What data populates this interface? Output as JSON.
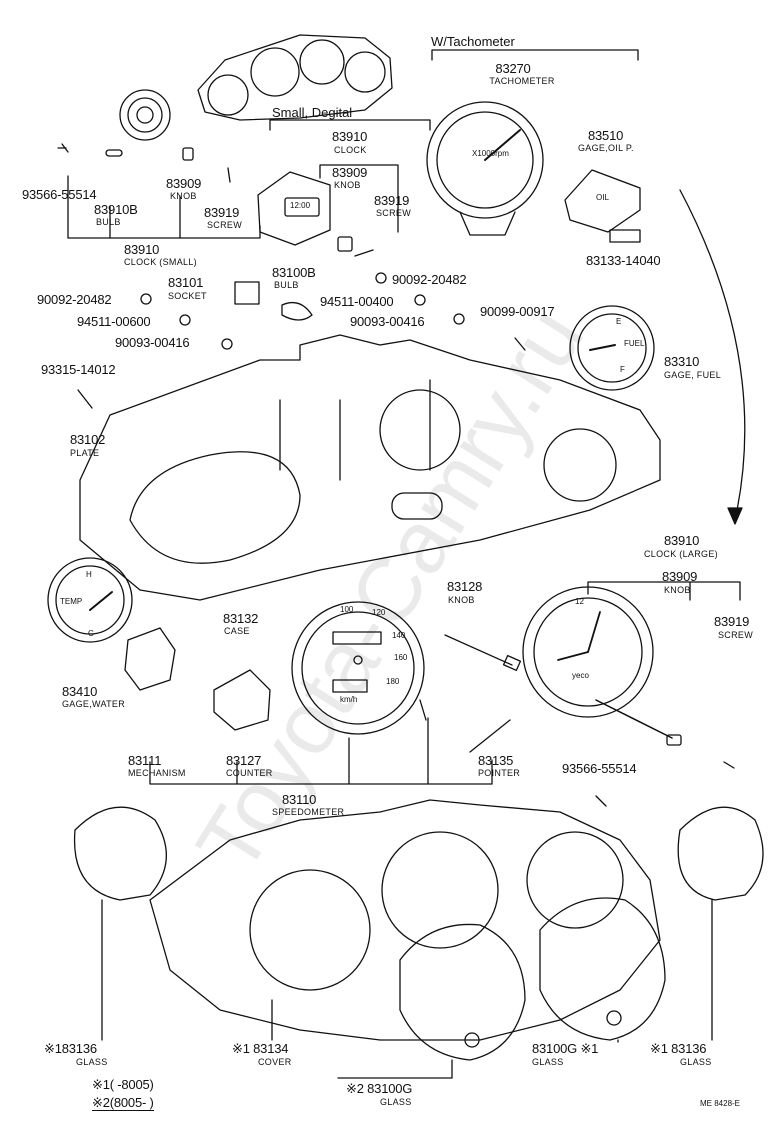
{
  "headers": {
    "small_digital": "Small, Degital",
    "w_tachometer": "W/Tachometer"
  },
  "parts": {
    "p83270": {
      "no": "83270",
      "name": "TACHOMETER"
    },
    "p83510": {
      "no": "83510",
      "name": "GAGE,OIL P."
    },
    "p83133": {
      "no": "83133-14040"
    },
    "p83910_digital": {
      "no": "83910",
      "name": "CLOCK"
    },
    "p83909_digital": {
      "no": "83909",
      "name": "KNOB"
    },
    "p83919_digital": {
      "no": "83919",
      "name": "SCREW"
    },
    "p93566_a": {
      "no": "93566-55514"
    },
    "p83910B": {
      "no": "83910B",
      "name": "BULB"
    },
    "p83909_small": {
      "no": "83909",
      "name": "KNOB"
    },
    "p83919_small": {
      "no": "83919",
      "name": "SCREW"
    },
    "p83910_small": {
      "no": "83910",
      "name": "CLOCK (SMALL)"
    },
    "p90092_r": {
      "no": "90092-20482"
    },
    "p83101": {
      "no": "83101",
      "name": "SOCKET"
    },
    "p83100B": {
      "no": "83100B",
      "name": "BULB"
    },
    "p90092_l": {
      "no": "90092-20482"
    },
    "p94511_r": {
      "no": "94511-00400"
    },
    "p94511_l": {
      "no": "94511-00600"
    },
    "p90093_r": {
      "no": "90093-00416"
    },
    "p90099": {
      "no": "90099-00917"
    },
    "p90093_l": {
      "no": "90093-00416"
    },
    "p93315": {
      "no": "93315-14012"
    },
    "p83310": {
      "no": "83310",
      "name": "GAGE, FUEL"
    },
    "p83102": {
      "no": "83102",
      "name": "PLATE"
    },
    "p83910_large": {
      "no": "83910",
      "name": "CLOCK (LARGE)"
    },
    "p83909_large": {
      "no": "83909",
      "name": "KNOB"
    },
    "p83919_large": {
      "no": "83919",
      "name": "SCREW"
    },
    "p83128": {
      "no": "83128",
      "name": "KNOB"
    },
    "p83132": {
      "no": "83132",
      "name": "CASE"
    },
    "p83410": {
      "no": "83410",
      "name": "GAGE,WATER"
    },
    "p83111": {
      "no": "83111",
      "name": "MECHANISM"
    },
    "p83127": {
      "no": "83127",
      "name": "COUNTER"
    },
    "p83135": {
      "no": "83135",
      "name": "POINTER"
    },
    "p93566_b": {
      "no": "93566-55514"
    },
    "p83110": {
      "no": "83110",
      "name": "SPEEDOMETER"
    },
    "p83136_l": {
      "no": "※183136",
      "name": "GLASS"
    },
    "p83134": {
      "no": "※1 83134",
      "name": "COVER"
    },
    "p83100G_1": {
      "no": "83100G ※1",
      "name": "GLASS"
    },
    "p83136_r": {
      "no": "※1 83136",
      "name": "GLASS"
    },
    "p83100G_2": {
      "no": "※2 83100G",
      "name": "GLASS"
    }
  },
  "notes": {
    "n1": "※1(       -8005)",
    "n2": "※2(8005-        )"
  },
  "dial_text": {
    "tach_rpm": "X1000rpm",
    "speed_ticks": [
      "100",
      "120",
      "140",
      "160",
      "180"
    ],
    "speed_unit": "km/h",
    "clock_brand": "yeco",
    "clock_12": "12",
    "digital_time": "12:00",
    "fuel_e": "E",
    "fuel_f": "F",
    "fuel_word": "FUEL",
    "water_h": "H",
    "water_c": "C",
    "water_temp": "TEMP",
    "oil_word": "OIL"
  },
  "watermark": "Toyota-Camry.ru",
  "ref": "ME 8428-E"
}
